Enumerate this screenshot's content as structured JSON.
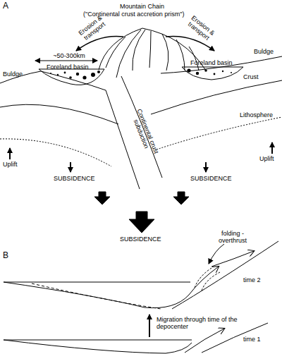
{
  "diagram": {
    "labels": [
      "A",
      "Mountain Chain",
      "(\"Continental crust accretion prism\")",
      "Erosion & transport",
      "Erosion & transport",
      "Buldge",
      "~50-300km",
      "Foreland basin",
      "Buldge",
      "Foreland basin",
      "Crust",
      "Lithosphere",
      "Continental crust subduction",
      "Uplift",
      "Uplift",
      "SUBSIDENCE",
      "SUBSIDENCE",
      "SUBSIDENCE",
      "B",
      "folding - overthrust",
      "time 2",
      "Migration through time of the depocenter",
      "time 1"
    ]
  }
}
